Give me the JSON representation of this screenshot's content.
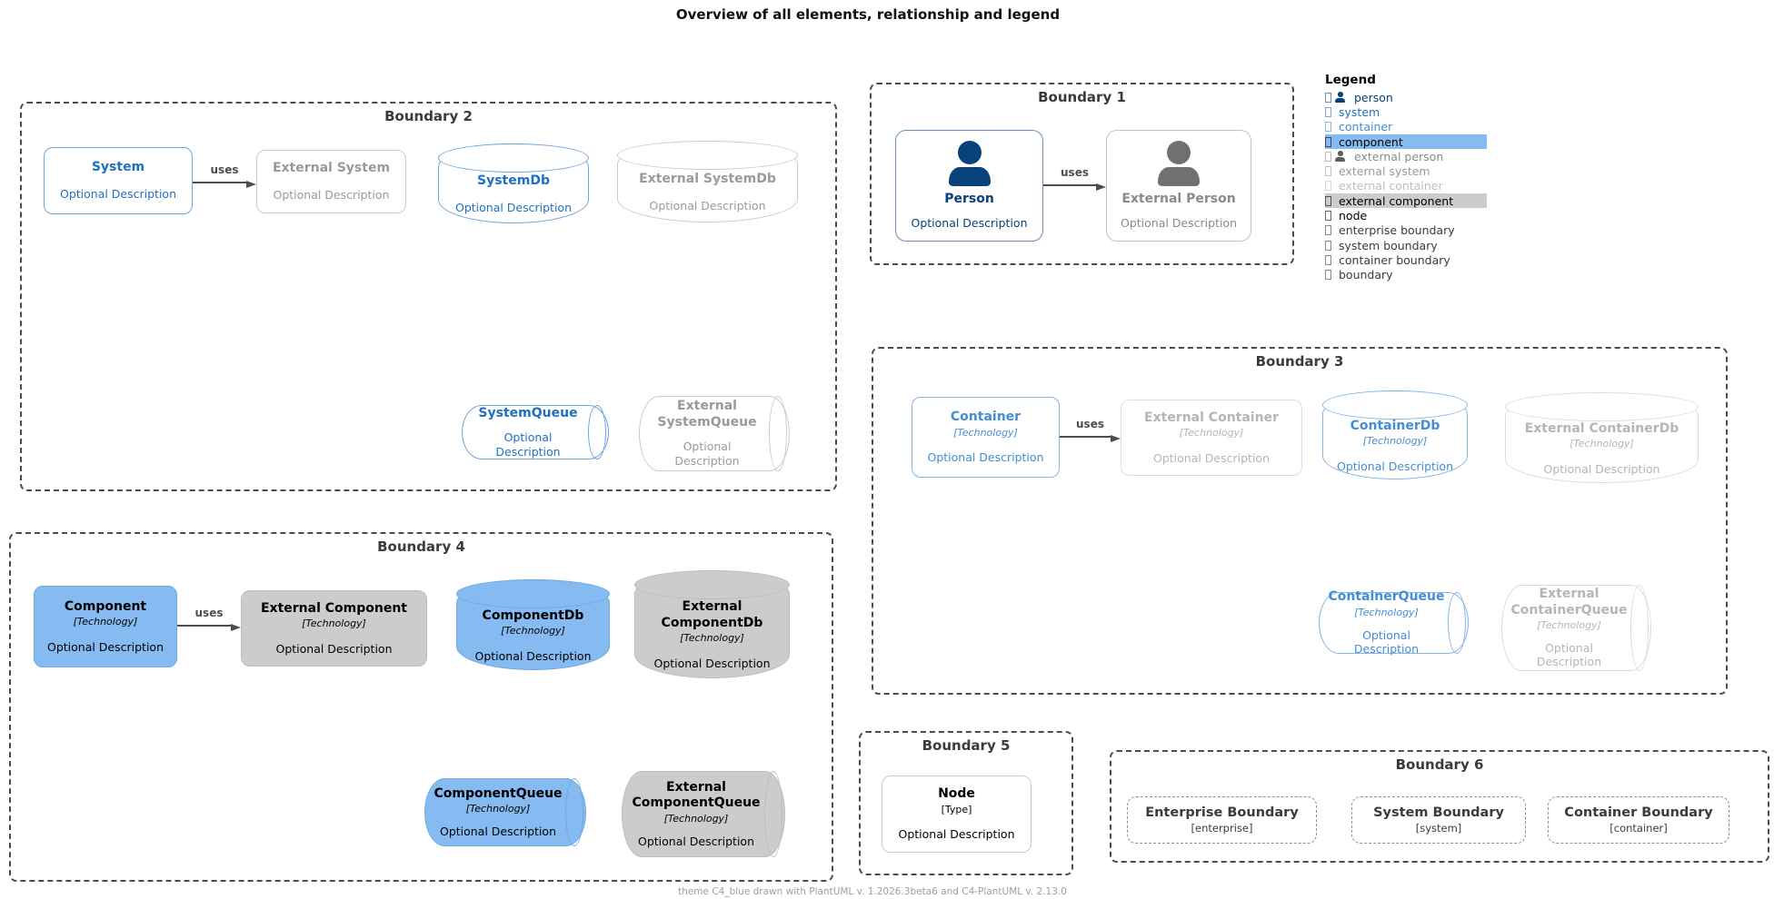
{
  "title": "Overview of all elements, relationship and legend",
  "footer": "theme C4_blue drawn with PlantUML v. 1.2026.3beta6 and C4-PlantUML v. 2.13.0",
  "colors": {
    "person": "#08427B",
    "system": "#1F70C1",
    "container": "#438DD5",
    "component_bg": "#85BBF0",
    "external_person": "#8A8A8A",
    "external_system": "#9A9A9A",
    "external_container": "#B5B5B5",
    "external_component_bg": "#CCCCCC",
    "boundary_border": "#4C4C4C",
    "arrow": "#4D4D4D"
  },
  "boundaries": {
    "b1": {
      "label": "Boundary 1",
      "rel": "uses",
      "person": {
        "title": "Person",
        "desc": "Optional Description"
      },
      "external_person": {
        "title": "External Person",
        "desc": "Optional Description"
      }
    },
    "b2": {
      "label": "Boundary 2",
      "rel": "uses",
      "system": {
        "title": "System",
        "desc": "Optional Description"
      },
      "external_system": {
        "title": "External System",
        "desc": "Optional Description"
      },
      "system_db": {
        "title": "SystemDb",
        "desc": "Optional Description"
      },
      "external_system_db": {
        "title": "External SystemDb",
        "desc": "Optional Description"
      },
      "system_queue": {
        "title": "SystemQueue",
        "desc": "Optional Description"
      },
      "external_system_queue": {
        "title": "External SystemQueue",
        "desc": "Optional Description"
      }
    },
    "b3": {
      "label": "Boundary 3",
      "rel": "uses",
      "container": {
        "title": "Container",
        "tech": "[Technology]",
        "desc": "Optional Description"
      },
      "external_container": {
        "title": "External Container",
        "tech": "[Technology]",
        "desc": "Optional Description"
      },
      "container_db": {
        "title": "ContainerDb",
        "tech": "[Technology]",
        "desc": "Optional Description"
      },
      "external_container_db": {
        "title": "External ContainerDb",
        "tech": "[Technology]",
        "desc": "Optional Description"
      },
      "container_queue": {
        "title": "ContainerQueue",
        "tech": "[Technology]",
        "desc": "Optional Description"
      },
      "external_container_queue": {
        "title": "External ContainerQueue",
        "tech": "[Technology]",
        "desc": "Optional Description"
      }
    },
    "b4": {
      "label": "Boundary 4",
      "rel": "uses",
      "component": {
        "title": "Component",
        "tech": "[Technology]",
        "desc": "Optional Description"
      },
      "external_component": {
        "title": "External Component",
        "tech": "[Technology]",
        "desc": "Optional Description"
      },
      "component_db": {
        "title": "ComponentDb",
        "tech": "[Technology]",
        "desc": "Optional Description"
      },
      "external_component_db": {
        "title": "External ComponentDb",
        "tech": "[Technology]",
        "desc": "Optional Description"
      },
      "component_queue": {
        "title": "ComponentQueue",
        "tech": "[Technology]",
        "desc": "Optional Description"
      },
      "external_component_queue": {
        "title": "External ComponentQueue",
        "tech": "[Technology]",
        "desc": "Optional Description"
      }
    },
    "b5": {
      "label": "Boundary 5",
      "node": {
        "title": "Node",
        "type": "[Type]",
        "desc": "Optional Description"
      }
    },
    "b6": {
      "label": "Boundary 6",
      "enterprise_boundary": {
        "title": "Enterprise Boundary",
        "type": "[enterprise]"
      },
      "system_boundary": {
        "title": "System Boundary",
        "type": "[system]"
      },
      "container_boundary": {
        "title": "Container Boundary",
        "type": "[container]"
      }
    }
  },
  "legend": {
    "title": "Legend",
    "items": [
      {
        "label": "person",
        "color": "#08427B"
      },
      {
        "label": "system",
        "color": "#1F70C1"
      },
      {
        "label": "container",
        "color": "#438DD5"
      },
      {
        "label": "component",
        "color": "#000000",
        "bg": "#85BBF0"
      },
      {
        "label": "external person",
        "color": "#8A8A8A"
      },
      {
        "label": "external system",
        "color": "#9A9A9A"
      },
      {
        "label": "external container",
        "color": "#BDBDBD"
      },
      {
        "label": "external component",
        "color": "#000000",
        "bg": "#CCCCCC"
      },
      {
        "label": "node",
        "color": "#000000"
      },
      {
        "label": "enterprise boundary",
        "color": "#3B3B3B"
      },
      {
        "label": "system boundary",
        "color": "#3B3B3B"
      },
      {
        "label": "container boundary",
        "color": "#3B3B3B"
      },
      {
        "label": "boundary",
        "color": "#3B3B3B"
      }
    ]
  }
}
